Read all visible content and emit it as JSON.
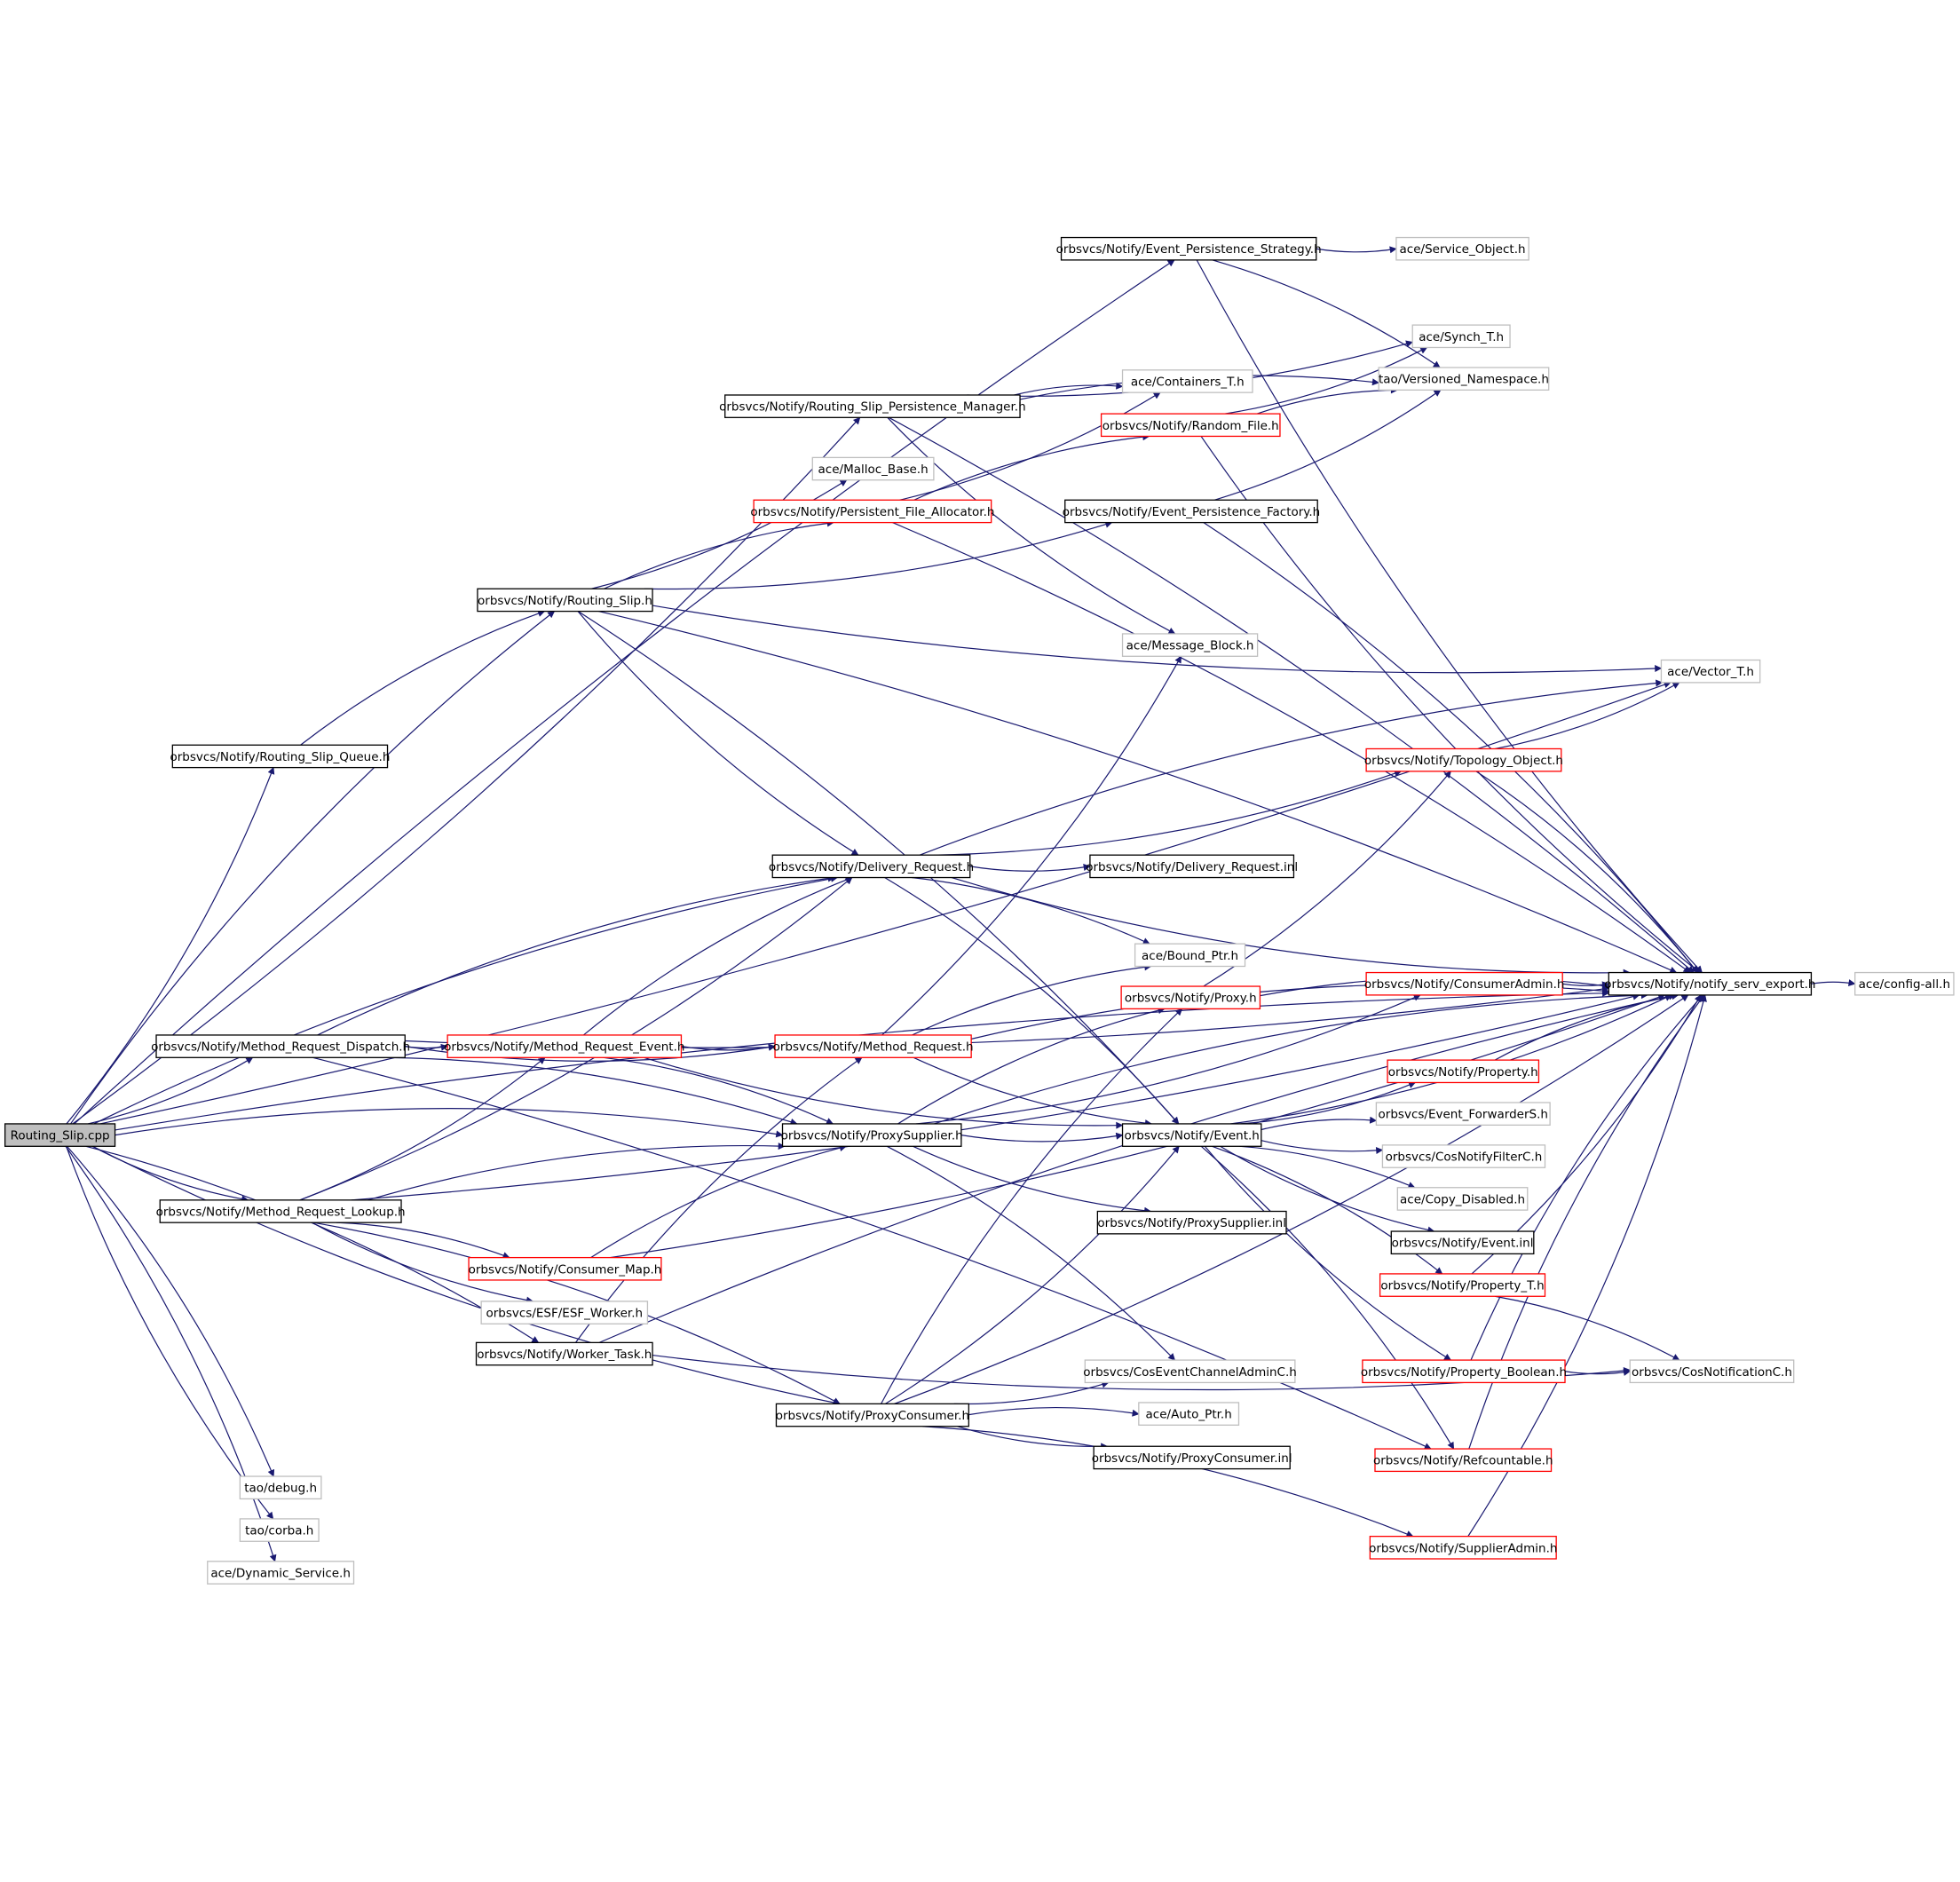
{
  "diagram": {
    "type": "include-dependency-graph",
    "colors": {
      "edge": "#191970",
      "root_fill": "#bfbfbf",
      "border_documented": "#000000",
      "border_truncated": "#ff0000",
      "border_undocumented": "#bfbfbf"
    },
    "nodes": [
      {
        "id": "root",
        "label": "Routing_Slip.cpp",
        "style": "root"
      },
      {
        "id": "eps",
        "label": "orbsvcs/Notify/Event_Persistence_Strategy.h",
        "style": "black"
      },
      {
        "id": "svcobj",
        "label": "ace/Service_Object.h",
        "style": "gray"
      },
      {
        "id": "synch",
        "label": "ace/Synch_T.h",
        "style": "gray"
      },
      {
        "id": "rspm",
        "label": "orbsvcs/Notify/Routing_Slip_Persistence_Manager.h",
        "style": "black"
      },
      {
        "id": "cont",
        "label": "ace/Containers_T.h",
        "style": "gray"
      },
      {
        "id": "versns",
        "label": "tao/Versioned_Namespace.h",
        "style": "gray"
      },
      {
        "id": "randfile",
        "label": "orbsvcs/Notify/Random_File.h",
        "style": "red"
      },
      {
        "id": "malloc",
        "label": "ace/Malloc_Base.h",
        "style": "gray"
      },
      {
        "id": "pfa",
        "label": "orbsvcs/Notify/Persistent_File_Allocator.h",
        "style": "red"
      },
      {
        "id": "epf",
        "label": "orbsvcs/Notify/Event_Persistence_Factory.h",
        "style": "black"
      },
      {
        "id": "rs",
        "label": "orbsvcs/Notify/Routing_Slip.h",
        "style": "black"
      },
      {
        "id": "msgblk",
        "label": "ace/Message_Block.h",
        "style": "gray"
      },
      {
        "id": "vector",
        "label": "ace/Vector_T.h",
        "style": "gray"
      },
      {
        "id": "rsq",
        "label": "orbsvcs/Notify/Routing_Slip_Queue.h",
        "style": "black"
      },
      {
        "id": "topo",
        "label": "orbsvcs/Notify/Topology_Object.h",
        "style": "red"
      },
      {
        "id": "dr",
        "label": "orbsvcs/Notify/Delivery_Request.h",
        "style": "black"
      },
      {
        "id": "drinl",
        "label": "orbsvcs/Notify/Delivery_Request.inl",
        "style": "black"
      },
      {
        "id": "bound",
        "label": "ace/Bound_Ptr.h",
        "style": "gray"
      },
      {
        "id": "cadmin",
        "label": "orbsvcs/Notify/ConsumerAdmin.h",
        "style": "red"
      },
      {
        "id": "nse",
        "label": "orbsvcs/Notify/notify_serv_export.h",
        "style": "black"
      },
      {
        "id": "cfgall",
        "label": "ace/config-all.h",
        "style": "gray"
      },
      {
        "id": "proxy",
        "label": "orbsvcs/Notify/Proxy.h",
        "style": "red"
      },
      {
        "id": "mrd",
        "label": "orbsvcs/Notify/Method_Request_Dispatch.h",
        "style": "black"
      },
      {
        "id": "mre",
        "label": "orbsvcs/Notify/Method_Request_Event.h",
        "style": "red"
      },
      {
        "id": "mr",
        "label": "orbsvcs/Notify/Method_Request.h",
        "style": "red"
      },
      {
        "id": "prop",
        "label": "orbsvcs/Notify/Property.h",
        "style": "red"
      },
      {
        "id": "evfwd",
        "label": "orbsvcs/Event_ForwarderS.h",
        "style": "gray"
      },
      {
        "id": "ps",
        "label": "orbsvcs/Notify/ProxySupplier.h",
        "style": "black"
      },
      {
        "id": "event",
        "label": "orbsvcs/Notify/Event.h",
        "style": "black"
      },
      {
        "id": "cnfc",
        "label": "orbsvcs/CosNotifyFilterC.h",
        "style": "gray"
      },
      {
        "id": "copydis",
        "label": "ace/Copy_Disabled.h",
        "style": "gray"
      },
      {
        "id": "mrl",
        "label": "orbsvcs/Notify/Method_Request_Lookup.h",
        "style": "black"
      },
      {
        "id": "psinl",
        "label": "orbsvcs/Notify/ProxySupplier.inl",
        "style": "black"
      },
      {
        "id": "evinl",
        "label": "orbsvcs/Notify/Event.inl",
        "style": "black"
      },
      {
        "id": "cmap",
        "label": "orbsvcs/Notify/Consumer_Map.h",
        "style": "red"
      },
      {
        "id": "propt",
        "label": "orbsvcs/Notify/Property_T.h",
        "style": "red"
      },
      {
        "id": "esfw",
        "label": "orbsvcs/ESF/ESF_Worker.h",
        "style": "gray"
      },
      {
        "id": "wt",
        "label": "orbsvcs/Notify/Worker_Task.h",
        "style": "black"
      },
      {
        "id": "cecac",
        "label": "orbsvcs/CosEventChannelAdminC.h",
        "style": "gray"
      },
      {
        "id": "propb",
        "label": "orbsvcs/Notify/Property_Boolean.h",
        "style": "red"
      },
      {
        "id": "cnc",
        "label": "orbsvcs/CosNotificationC.h",
        "style": "gray"
      },
      {
        "id": "pc",
        "label": "orbsvcs/Notify/ProxyConsumer.h",
        "style": "black"
      },
      {
        "id": "autoptr",
        "label": "ace/Auto_Ptr.h",
        "style": "gray"
      },
      {
        "id": "pcinl",
        "label": "orbsvcs/Notify/ProxyConsumer.inl",
        "style": "black"
      },
      {
        "id": "refc",
        "label": "orbsvcs/Notify/Refcountable.h",
        "style": "red"
      },
      {
        "id": "debug",
        "label": "tao/debug.h",
        "style": "gray"
      },
      {
        "id": "corba",
        "label": "tao/corba.h",
        "style": "gray"
      },
      {
        "id": "sadmin",
        "label": "orbsvcs/Notify/SupplierAdmin.h",
        "style": "red"
      },
      {
        "id": "dynsvc",
        "label": "ace/Dynamic_Service.h",
        "style": "gray"
      }
    ],
    "edges": [
      [
        "root",
        "eps"
      ],
      [
        "root",
        "rspm"
      ],
      [
        "root",
        "rs"
      ],
      [
        "root",
        "rsq"
      ],
      [
        "root",
        "dr"
      ],
      [
        "root",
        "mrd"
      ],
      [
        "root",
        "ps"
      ],
      [
        "root",
        "mrl"
      ],
      [
        "root",
        "wt"
      ],
      [
        "root",
        "pc"
      ],
      [
        "root",
        "debug"
      ],
      [
        "root",
        "corba"
      ],
      [
        "root",
        "dynsvc"
      ],
      [
        "root",
        "vector"
      ],
      [
        "root",
        "nse"
      ],
      [
        "eps",
        "svcobj"
      ],
      [
        "eps",
        "versns"
      ],
      [
        "eps",
        "nse"
      ],
      [
        "rspm",
        "cont"
      ],
      [
        "rspm",
        "synch"
      ],
      [
        "rspm",
        "versns"
      ],
      [
        "rspm",
        "msgblk"
      ],
      [
        "rspm",
        "nse"
      ],
      [
        "randfile",
        "synch"
      ],
      [
        "randfile",
        "versns"
      ],
      [
        "randfile",
        "nse"
      ],
      [
        "pfa",
        "randfile"
      ],
      [
        "pfa",
        "cont"
      ],
      [
        "pfa",
        "nse"
      ],
      [
        "epf",
        "versns"
      ],
      [
        "epf",
        "nse"
      ],
      [
        "rs",
        "malloc"
      ],
      [
        "rs",
        "pfa"
      ],
      [
        "rs",
        "epf"
      ],
      [
        "rs",
        "nse"
      ],
      [
        "rs",
        "dr"
      ],
      [
        "rs",
        "event"
      ],
      [
        "rs",
        "vector"
      ],
      [
        "rsq",
        "rs"
      ],
      [
        "dr",
        "drinl"
      ],
      [
        "dr",
        "bound"
      ],
      [
        "dr",
        "topo"
      ],
      [
        "dr",
        "vector"
      ],
      [
        "dr",
        "nse"
      ],
      [
        "dr",
        "event"
      ],
      [
        "topo",
        "vector"
      ],
      [
        "topo",
        "nse"
      ],
      [
        "cadmin",
        "nse"
      ],
      [
        "nse",
        "cfgall"
      ],
      [
        "proxy",
        "topo"
      ],
      [
        "proxy",
        "nse"
      ],
      [
        "mrd",
        "mre"
      ],
      [
        "mrd",
        "dr"
      ],
      [
        "mrd",
        "mr"
      ],
      [
        "mrd",
        "ps"
      ],
      [
        "mrd",
        "nse"
      ],
      [
        "mrd",
        "refc"
      ],
      [
        "mre",
        "mr"
      ],
      [
        "mre",
        "dr"
      ],
      [
        "mre",
        "event"
      ],
      [
        "mre",
        "ps"
      ],
      [
        "mr",
        "msgblk"
      ],
      [
        "mr",
        "bound"
      ],
      [
        "mr",
        "event"
      ],
      [
        "mr",
        "nse"
      ],
      [
        "ps",
        "event"
      ],
      [
        "ps",
        "proxy"
      ],
      [
        "ps",
        "psinl"
      ],
      [
        "ps",
        "cecac"
      ],
      [
        "ps",
        "cadmin"
      ],
      [
        "ps",
        "nse"
      ],
      [
        "event",
        "prop"
      ],
      [
        "event",
        "evfwd"
      ],
      [
        "event",
        "cnfc"
      ],
      [
        "event",
        "copydis"
      ],
      [
        "event",
        "evinl"
      ],
      [
        "event",
        "propt"
      ],
      [
        "event",
        "propb"
      ],
      [
        "event",
        "refc"
      ],
      [
        "event",
        "nse"
      ],
      [
        "prop",
        "nse"
      ],
      [
        "mrl",
        "mre"
      ],
      [
        "mrl",
        "ps"
      ],
      [
        "mrl",
        "dr"
      ],
      [
        "mrl",
        "cmap"
      ],
      [
        "mrl",
        "esfw"
      ],
      [
        "mrl",
        "pc"
      ],
      [
        "mrl",
        "nse"
      ],
      [
        "cmap",
        "ps"
      ],
      [
        "cmap",
        "nse"
      ],
      [
        "propt",
        "cnc"
      ],
      [
        "propt",
        "nse"
      ],
      [
        "wt",
        "mr"
      ],
      [
        "wt",
        "cnc"
      ],
      [
        "wt",
        "nse"
      ],
      [
        "propb",
        "cnc"
      ],
      [
        "propb",
        "nse"
      ],
      [
        "pc",
        "cecac"
      ],
      [
        "pc",
        "autoptr"
      ],
      [
        "pc",
        "pcinl"
      ],
      [
        "pc",
        "sadmin"
      ],
      [
        "pc",
        "event"
      ],
      [
        "pc",
        "proxy"
      ],
      [
        "pc",
        "nse"
      ],
      [
        "refc",
        "nse"
      ],
      [
        "sadmin",
        "nse"
      ]
    ]
  }
}
